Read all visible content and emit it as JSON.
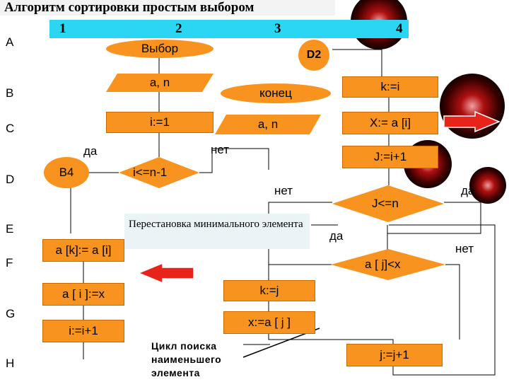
{
  "title": "Алгоритм сортировки простым выбором",
  "columns": [
    "1",
    "2",
    "3",
    "4"
  ],
  "rows": [
    "A",
    "B",
    "C",
    "D",
    "E",
    "F",
    "G",
    "H"
  ],
  "blocks": {
    "start": "Выбор",
    "d2": "D2",
    "input": "a, n",
    "end": "конец",
    "k_assign_i": "k:=i",
    "i_init": "i:=1",
    "output": "a, n",
    "x_assign": "X:= a [i]",
    "b4": "B4",
    "cond_i": "i<=n-1",
    "j_init": "J:=i+1",
    "cond_j": "J<=n",
    "swap_k": "a [k]:= a [i]",
    "cond_aj": "a [ j]<x",
    "swap_i": "a [ i ]:=x",
    "k_assign_j": "k:=j",
    "x_assign_j": "x:=a [ j ]",
    "i_inc": "i:=i+1",
    "j_inc": "j:=j+1"
  },
  "labels": {
    "yes_1": "да",
    "no_1": "нет",
    "no_2": "нет",
    "yes_2": "да",
    "yes_3": "да",
    "no_3": "нет"
  },
  "notes": {
    "swap_note": "Перестановка минимального элемента",
    "loop_note": "Цикл поиска наименьшего элемента"
  },
  "colors": {
    "block_fill": "#f7931e",
    "header_band": "#2ad6f4",
    "arrow_red": "#e8231a"
  }
}
